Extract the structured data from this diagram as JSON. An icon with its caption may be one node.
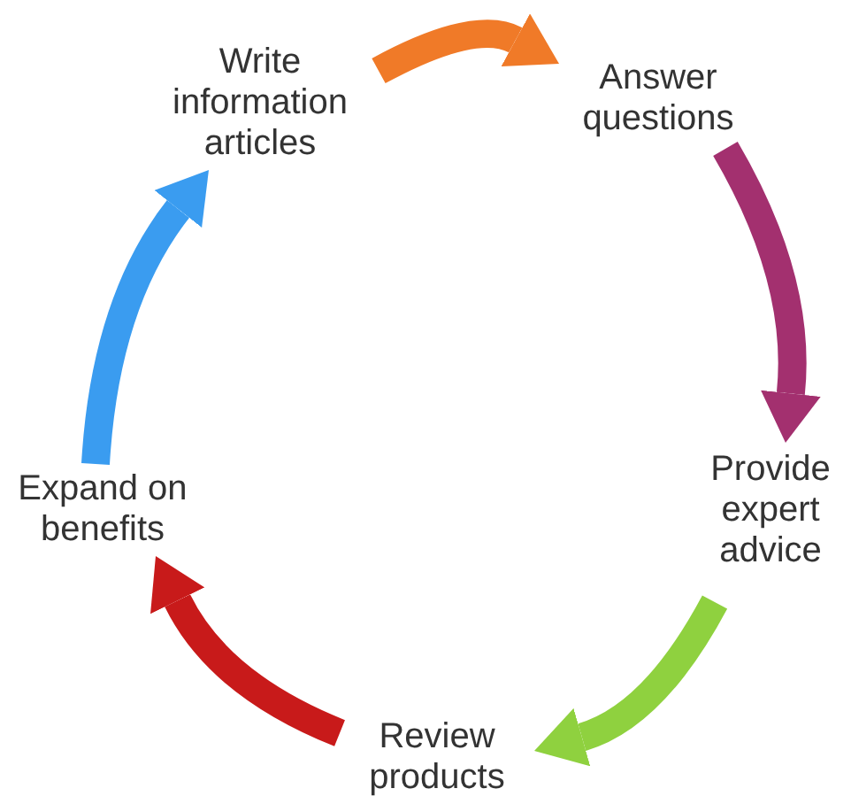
{
  "diagram": {
    "nodes": [
      {
        "text": [
          "Write information articles"
        ]
      },
      {
        "text": [
          "Answer questions"
        ]
      },
      {
        "text": [
          "Provide expert advice"
        ]
      },
      {
        "text": [
          "Review products"
        ]
      },
      {
        "text": [
          "Expand on benefits"
        ]
      }
    ],
    "edges": [
      {
        "from": 0,
        "to": 1,
        "arrow": "to",
        "color": "#f07a28"
      },
      {
        "from": 1,
        "to": 2,
        "arrow": "to",
        "color": "#a3306f"
      },
      {
        "from": 2,
        "to": 3,
        "arrow": "to",
        "color": "#8fd13f"
      },
      {
        "from": 3,
        "to": 4,
        "arrow": "to",
        "color": "#c81a1a"
      },
      {
        "from": 4,
        "to": 0,
        "arrow": "to",
        "color": "#3a9cf0"
      }
    ]
  }
}
